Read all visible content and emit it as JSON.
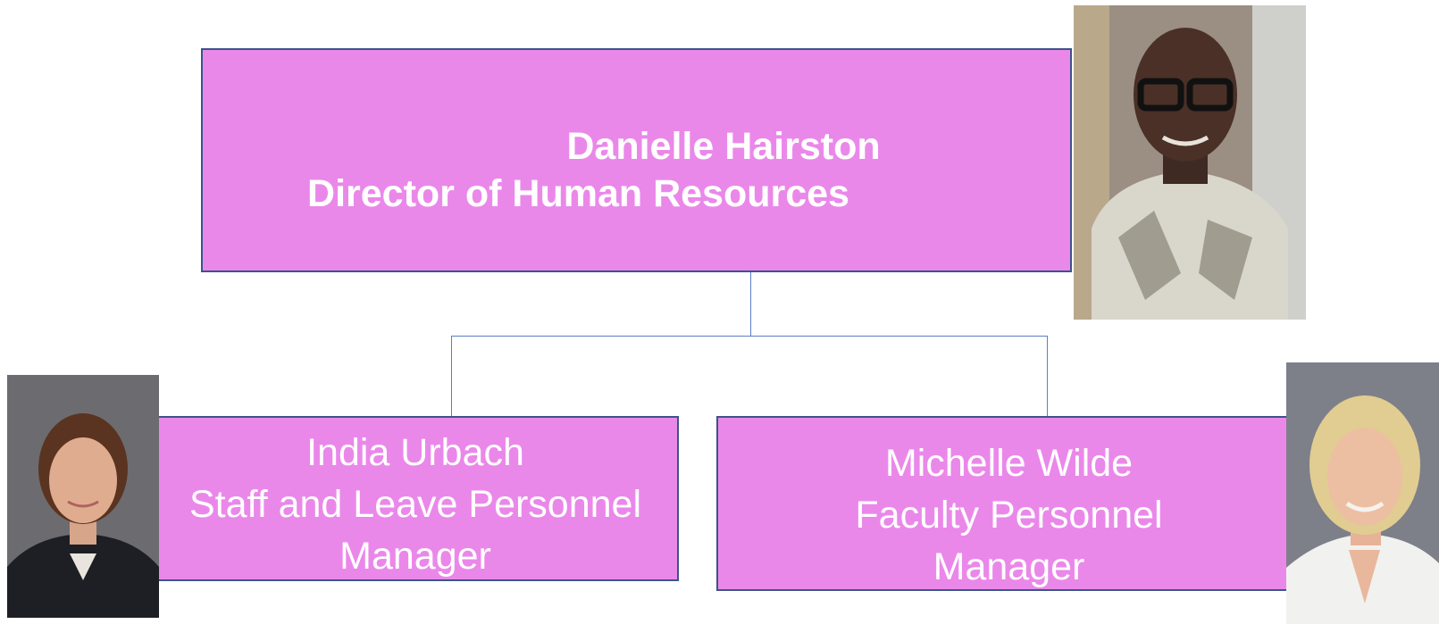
{
  "director": {
    "name": "Danielle Hairston",
    "title": "Director of Human Resources"
  },
  "reports": [
    {
      "name": "India Urbach",
      "title_line1": "Staff and Leave Personnel",
      "title_line2": "Manager"
    },
    {
      "name": "Michelle Wilde",
      "title_line1": "Faculty Personnel",
      "title_line2": "Manager"
    }
  ],
  "colors": {
    "box_fill": "#ea88ea",
    "box_border": "#3b5487",
    "connector": "#5a7ec8",
    "text": "#ffffff"
  }
}
